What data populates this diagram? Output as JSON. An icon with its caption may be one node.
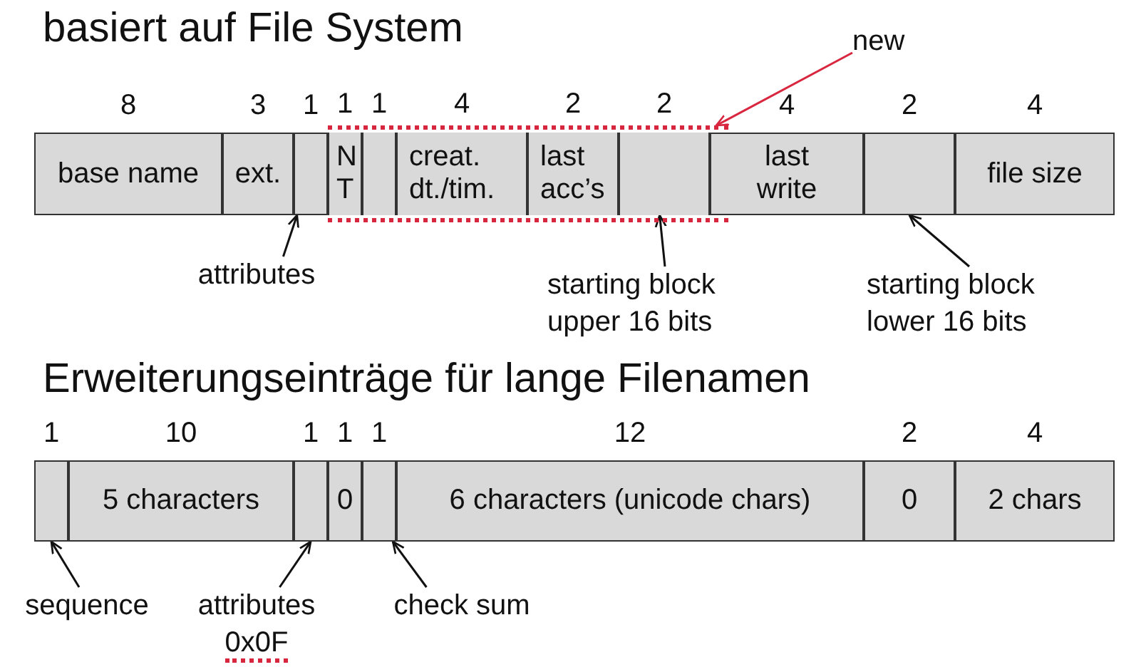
{
  "diagram": {
    "title": "basiert auf File System",
    "nodes": [
      {
        "text": [
          "base name"
        ],
        "beside": [
          "8"
        ]
      },
      {
        "text": [
          "ext."
        ],
        "beside": [
          "3"
        ]
      },
      {
        "text": [],
        "shape": "box",
        "beside": [
          "1"
        ]
      },
      {
        "text": [],
        "shape": "box"
      },
      {
        "text": [
          "N T"
        ],
        "beside": [
          "1"
        ],
        "in": 3
      },
      {
        "text": [],
        "shape": "box",
        "beside": [
          "1"
        ],
        "in": 3
      },
      {
        "text": [
          "creat. dt./tim."
        ],
        "beside": [
          "4"
        ],
        "in": 3
      },
      {
        "text": [
          "last acc’s"
        ],
        "beside": [
          "2"
        ],
        "in": 3
      },
      {
        "text": [],
        "shape": "box",
        "beside": [
          "2"
        ],
        "in": 3
      },
      {
        "text": [
          "last write"
        ],
        "beside": [
          "4"
        ]
      },
      {
        "text": [],
        "shape": "box",
        "beside": [
          "2"
        ]
      },
      {
        "text": [
          "file size"
        ],
        "beside": [
          "4"
        ]
      },
      {
        "text": [
          "new"
        ]
      },
      {
        "text": [
          "attributes"
        ]
      },
      {
        "text": [
          "starting block upper 16 bits"
        ]
      },
      {
        "text": [
          "starting block lower 16 bits"
        ]
      },
      {
        "text": [],
        "shape": "box",
        "beside": [
          "1"
        ]
      },
      {
        "text": [
          "5 characters"
        ],
        "beside": [
          "10"
        ]
      },
      {
        "text": [],
        "shape": "box",
        "beside": [
          "1"
        ]
      },
      {
        "text": [
          "0"
        ],
        "beside": [
          "1"
        ]
      },
      {
        "text": [],
        "shape": "box",
        "beside": [
          "1"
        ]
      },
      {
        "text": [
          "6 characters (unicode chars)"
        ],
        "beside": [
          "12"
        ]
      },
      {
        "text": [
          "0"
        ],
        "beside": [
          "2"
        ]
      },
      {
        "text": [
          "2 chars"
        ],
        "beside": [
          "4"
        ]
      },
      {
        "text": [
          "sequence"
        ]
      },
      {
        "text": [
          "attributes",
          "0x0F"
        ]
      },
      {
        "text": [
          "check sum"
        ]
      }
    ],
    "edges": [
      {
        "from": 12,
        "to": 3,
        "arrow": "to",
        "color": "#d9263f"
      },
      {
        "from": 13,
        "to": 2,
        "arrow": "to"
      },
      {
        "from": 14,
        "to": 8,
        "arrow": "to"
      },
      {
        "from": 15,
        "to": 10,
        "arrow": "to"
      },
      {
        "from": 24,
        "to": 16,
        "arrow": "to"
      },
      {
        "from": 25,
        "to": 18,
        "arrow": "to"
      },
      {
        "from": 26,
        "to": 20,
        "arrow": "to"
      }
    ],
    "labels": [
      "Erweiterungseinträge für lange Filenamen"
    ]
  }
}
